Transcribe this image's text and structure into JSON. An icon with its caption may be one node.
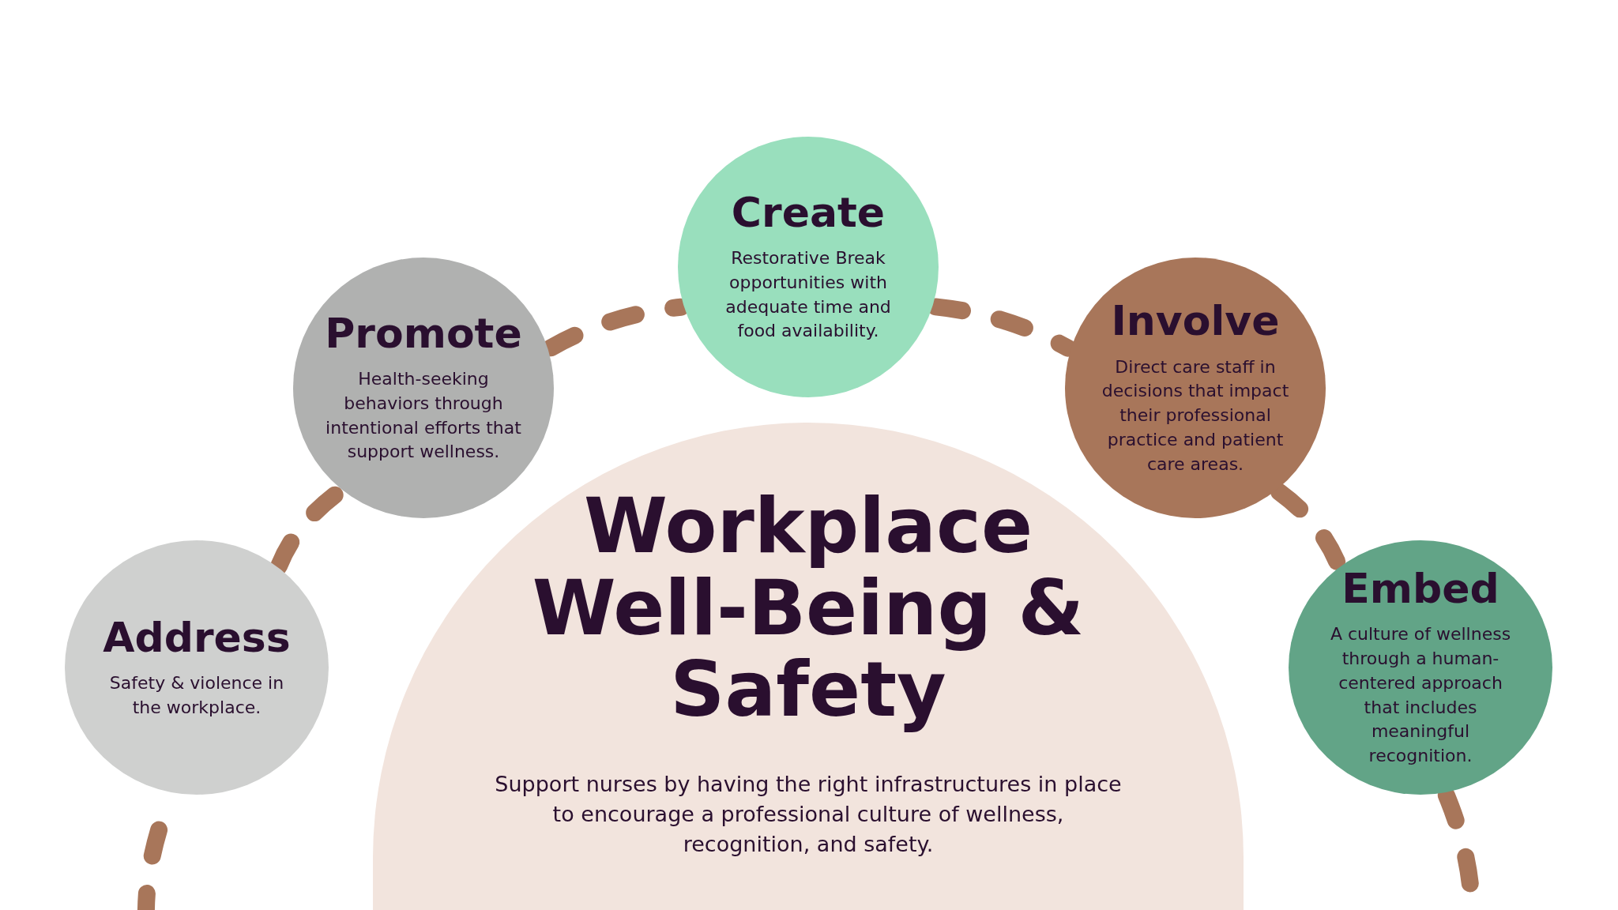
{
  "diagram": {
    "nodes": [
      {
        "text": [
          "Address",
          "Safety & violence in the workplace."
        ]
      },
      {
        "text": [
          "Promote",
          "Health-seeking behaviors through intentional efforts that support wellness."
        ]
      },
      {
        "text": [
          "Create",
          "Restorative Break opportunities with adequate time and food availability."
        ]
      },
      {
        "text": [
          "Involve",
          "Direct care staff in decisions that impact their professional practice and patient care areas."
        ]
      },
      {
        "text": [
          "Embed",
          "A culture of wellness through a human-centered approach that includes meaningful recognition."
        ]
      },
      {
        "text": [
          "Workplace Well-Being & Safety",
          "Support nurses by having the right infrastructures in place to encourage a professional culture of wellness, recognition, and safety."
        ]
      }
    ],
    "edges": [
      {
        "from": null,
        "to": 0,
        "arrow": "none",
        "style": "dashed"
      },
      {
        "from": 0,
        "to": 1,
        "arrow": "none",
        "style": "dashed"
      },
      {
        "from": 1,
        "to": 2,
        "arrow": "none",
        "style": "dashed"
      },
      {
        "from": 2,
        "to": 3,
        "arrow": "none",
        "style": "dashed"
      },
      {
        "from": 3,
        "to": 4,
        "arrow": "none",
        "style": "dashed"
      },
      {
        "from": 4,
        "to": null,
        "arrow": "none",
        "style": "dashed"
      }
    ]
  }
}
